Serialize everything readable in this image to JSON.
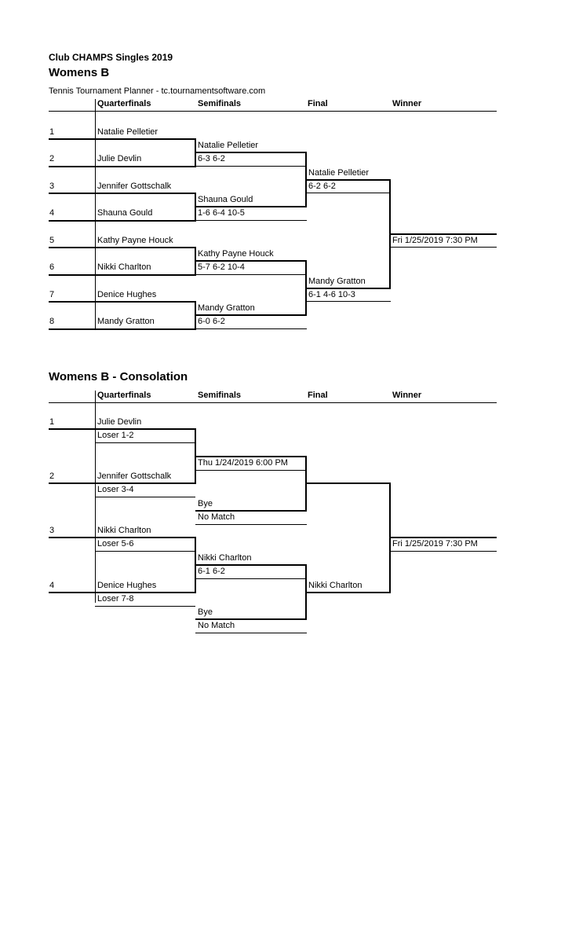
{
  "header": {
    "event": "Club CHAMPS Singles 2019",
    "draw_title": "Womens B",
    "source": "Tennis Tournament Planner - tc.tournamentsoftware.com"
  },
  "main_draw": {
    "columns": {
      "qf": "Quarterfinals",
      "sf": "Semifinals",
      "final": "Final",
      "winner": "Winner"
    },
    "seeds": [
      "1",
      "2",
      "3",
      "4",
      "5",
      "6",
      "7",
      "8"
    ],
    "quarterfinal_players": [
      "Natalie Pelletier",
      "Julie Devlin",
      "Jennifer Gottschalk",
      "Shauna Gould",
      "Kathy Payne Houck",
      "Nikki Charlton",
      "Denice Hughes",
      "Mandy Gratton"
    ],
    "semifinals": [
      {
        "name": "Natalie Pelletier",
        "score": "6-3 6-2"
      },
      {
        "name": "Shauna Gould",
        "score": "1-6 6-4 10-5"
      },
      {
        "name": "Kathy Payne Houck",
        "score": "5-7 6-2 10-4"
      },
      {
        "name": "Mandy Gratton",
        "score": "6-0 6-2"
      }
    ],
    "finals": [
      {
        "name": "Natalie Pelletier",
        "score": "6-2 6-2"
      },
      {
        "name": "Mandy Gratton",
        "score": "6-1 4-6 10-3"
      }
    ],
    "winner_schedule": "Fri 1/25/2019 7:30 PM"
  },
  "consolation": {
    "title": "Womens B - Consolation",
    "columns": {
      "qf": "Quarterfinals",
      "sf": "Semifinals",
      "final": "Final",
      "winner": "Winner"
    },
    "seeds": [
      "1",
      "2",
      "3",
      "4"
    ],
    "entries": [
      {
        "player": "Julie Devlin",
        "loser": "Loser  1-2"
      },
      {
        "player": "Jennifer Gottschalk",
        "loser": "Loser  3-4"
      },
      {
        "player": "Nikki Charlton",
        "loser": "Loser  5-6"
      },
      {
        "player": "Denice Hughes",
        "loser": "Loser  7-8"
      }
    ],
    "semifinals": [
      {
        "name": "Thu 1/24/2019 6:00 PM",
        "score": ""
      },
      {
        "name": "Bye",
        "score": "No Match"
      },
      {
        "name": "Nikki Charlton",
        "score": "6-1 6-2"
      },
      {
        "name": "Bye",
        "score": "No Match"
      }
    ],
    "final": {
      "name": "Nikki Charlton"
    },
    "winner_schedule": "Fri 1/25/2019 7:30 PM"
  }
}
